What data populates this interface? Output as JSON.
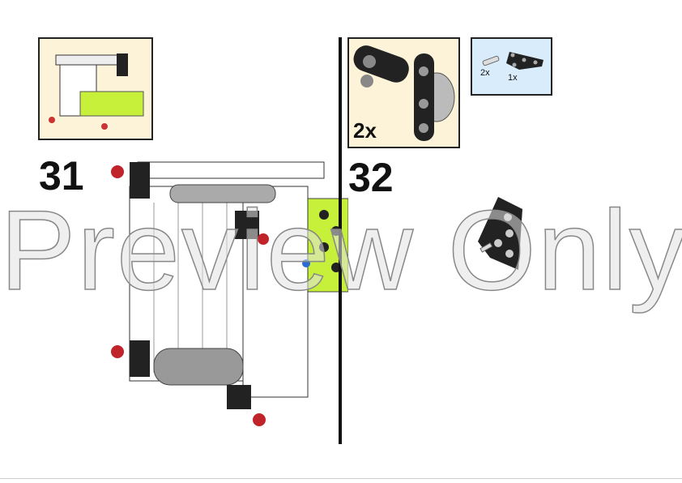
{
  "steps": [
    {
      "number": "31"
    },
    {
      "number": "32",
      "subassembly_multiplier": "2x",
      "parts": [
        {
          "name": "axle-pin",
          "count": "2x"
        },
        {
          "name": "triangle-liftarm",
          "count": "1x"
        }
      ]
    }
  ],
  "watermark": "Preview Only",
  "colors": {
    "thumb_bg": "#fdf3d9",
    "parts_bg": "#d9ecfb",
    "lime": "#c6f03a"
  }
}
